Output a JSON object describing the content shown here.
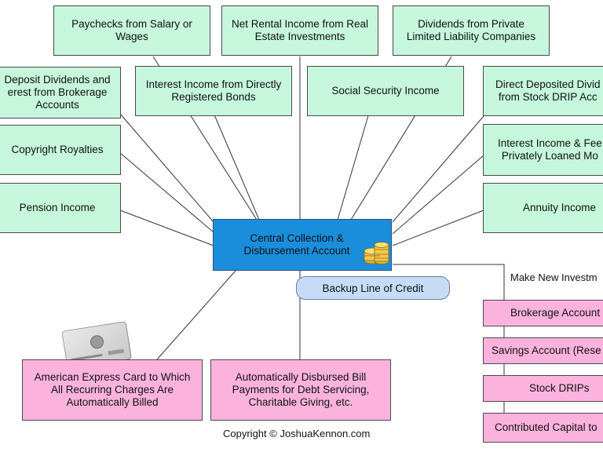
{
  "center": {
    "label": "Central Collection &\nDisbursement Account"
  },
  "income_sources": [
    "Paychecks from Salary or\nWages",
    "Net Rental Income from Real\nEstate Investments",
    "Dividends from Private\nLimited Liability Companies",
    "Deposit Dividends and\nerest from Brokerage\nAccounts",
    "Interest Income from Directly\nRegistered Bonds",
    "Social Security Income",
    "Direct Deposited Divid\nfrom Stock DRIP Acc",
    "Copyright Royalties",
    "Interest Income & Fee\nPrivately Loaned Mo",
    "Pension Income",
    "Annuity Income"
  ],
  "backup_credit": "Backup Line of Credit",
  "outflows": [
    "American Express Card to Which\nAll Recurring Charges Are\nAutomatically Billed",
    "Automatically Disbursed Bill\nPayments for Debt Servicing,\nCharitable Giving, etc."
  ],
  "investments": {
    "header": "Make New Investm",
    "items": [
      "Brokerage Account",
      "Savings Account (Rese",
      "Stock DRIPs",
      "Contributed Capital to"
    ]
  },
  "copyright": "Copyright © JoshuaKennon.com",
  "colors": {
    "income_box": "#c6f7dd",
    "outflow_box": "#fbb3de",
    "center_box": "#1b8edb",
    "pill": "#c6dcf6"
  },
  "icons": [
    "coins-icon",
    "amex-card-icon"
  ]
}
